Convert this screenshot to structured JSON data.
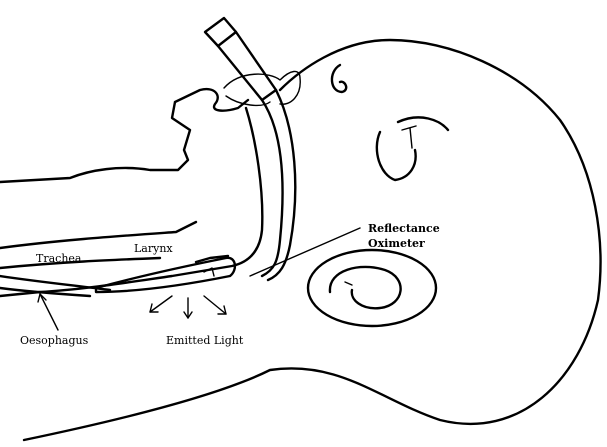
{
  "labels": {
    "reflectance": "Reflectance",
    "oximeter": "Oximeter",
    "larynx": "Larynx",
    "trachea": "Trachea",
    "oesophagus": "Oesophagus",
    "emitted_light": "Emitted Light"
  }
}
